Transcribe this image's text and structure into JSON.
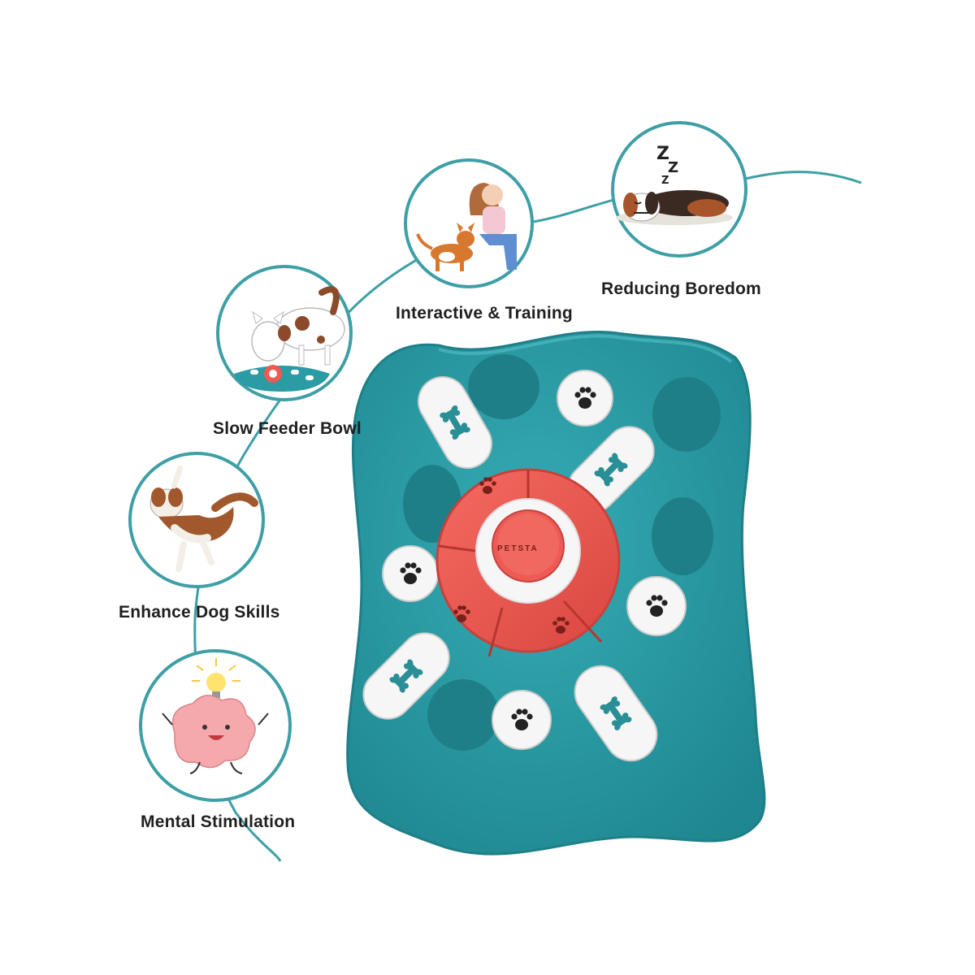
{
  "colors": {
    "teal": "#2b9ba4",
    "teal_dark": "#1f7f88",
    "teal_line": "#3e9fa6",
    "coral": "#ee5a54",
    "coral_dark": "#c8413d",
    "white_part": "#f6f6f6",
    "label_text": "#1f1f1f"
  },
  "features": [
    {
      "label": "Reducing Boredom",
      "icon": "sleeping-dog-icon"
    },
    {
      "label": "Interactive & Training",
      "icon": "woman-with-dog-icon"
    },
    {
      "label": "Slow Feeder Bowl",
      "icon": "dog-eating-puzzle-icon"
    },
    {
      "label": "Enhance Dog Skills",
      "icon": "jumping-dog-icon"
    },
    {
      "label": "Mental Stimulation",
      "icon": "happy-brain-lightbulb-icon"
    }
  ],
  "product": {
    "brand": "PETSTA",
    "icon": "dog-puzzle-feeder-icon"
  }
}
